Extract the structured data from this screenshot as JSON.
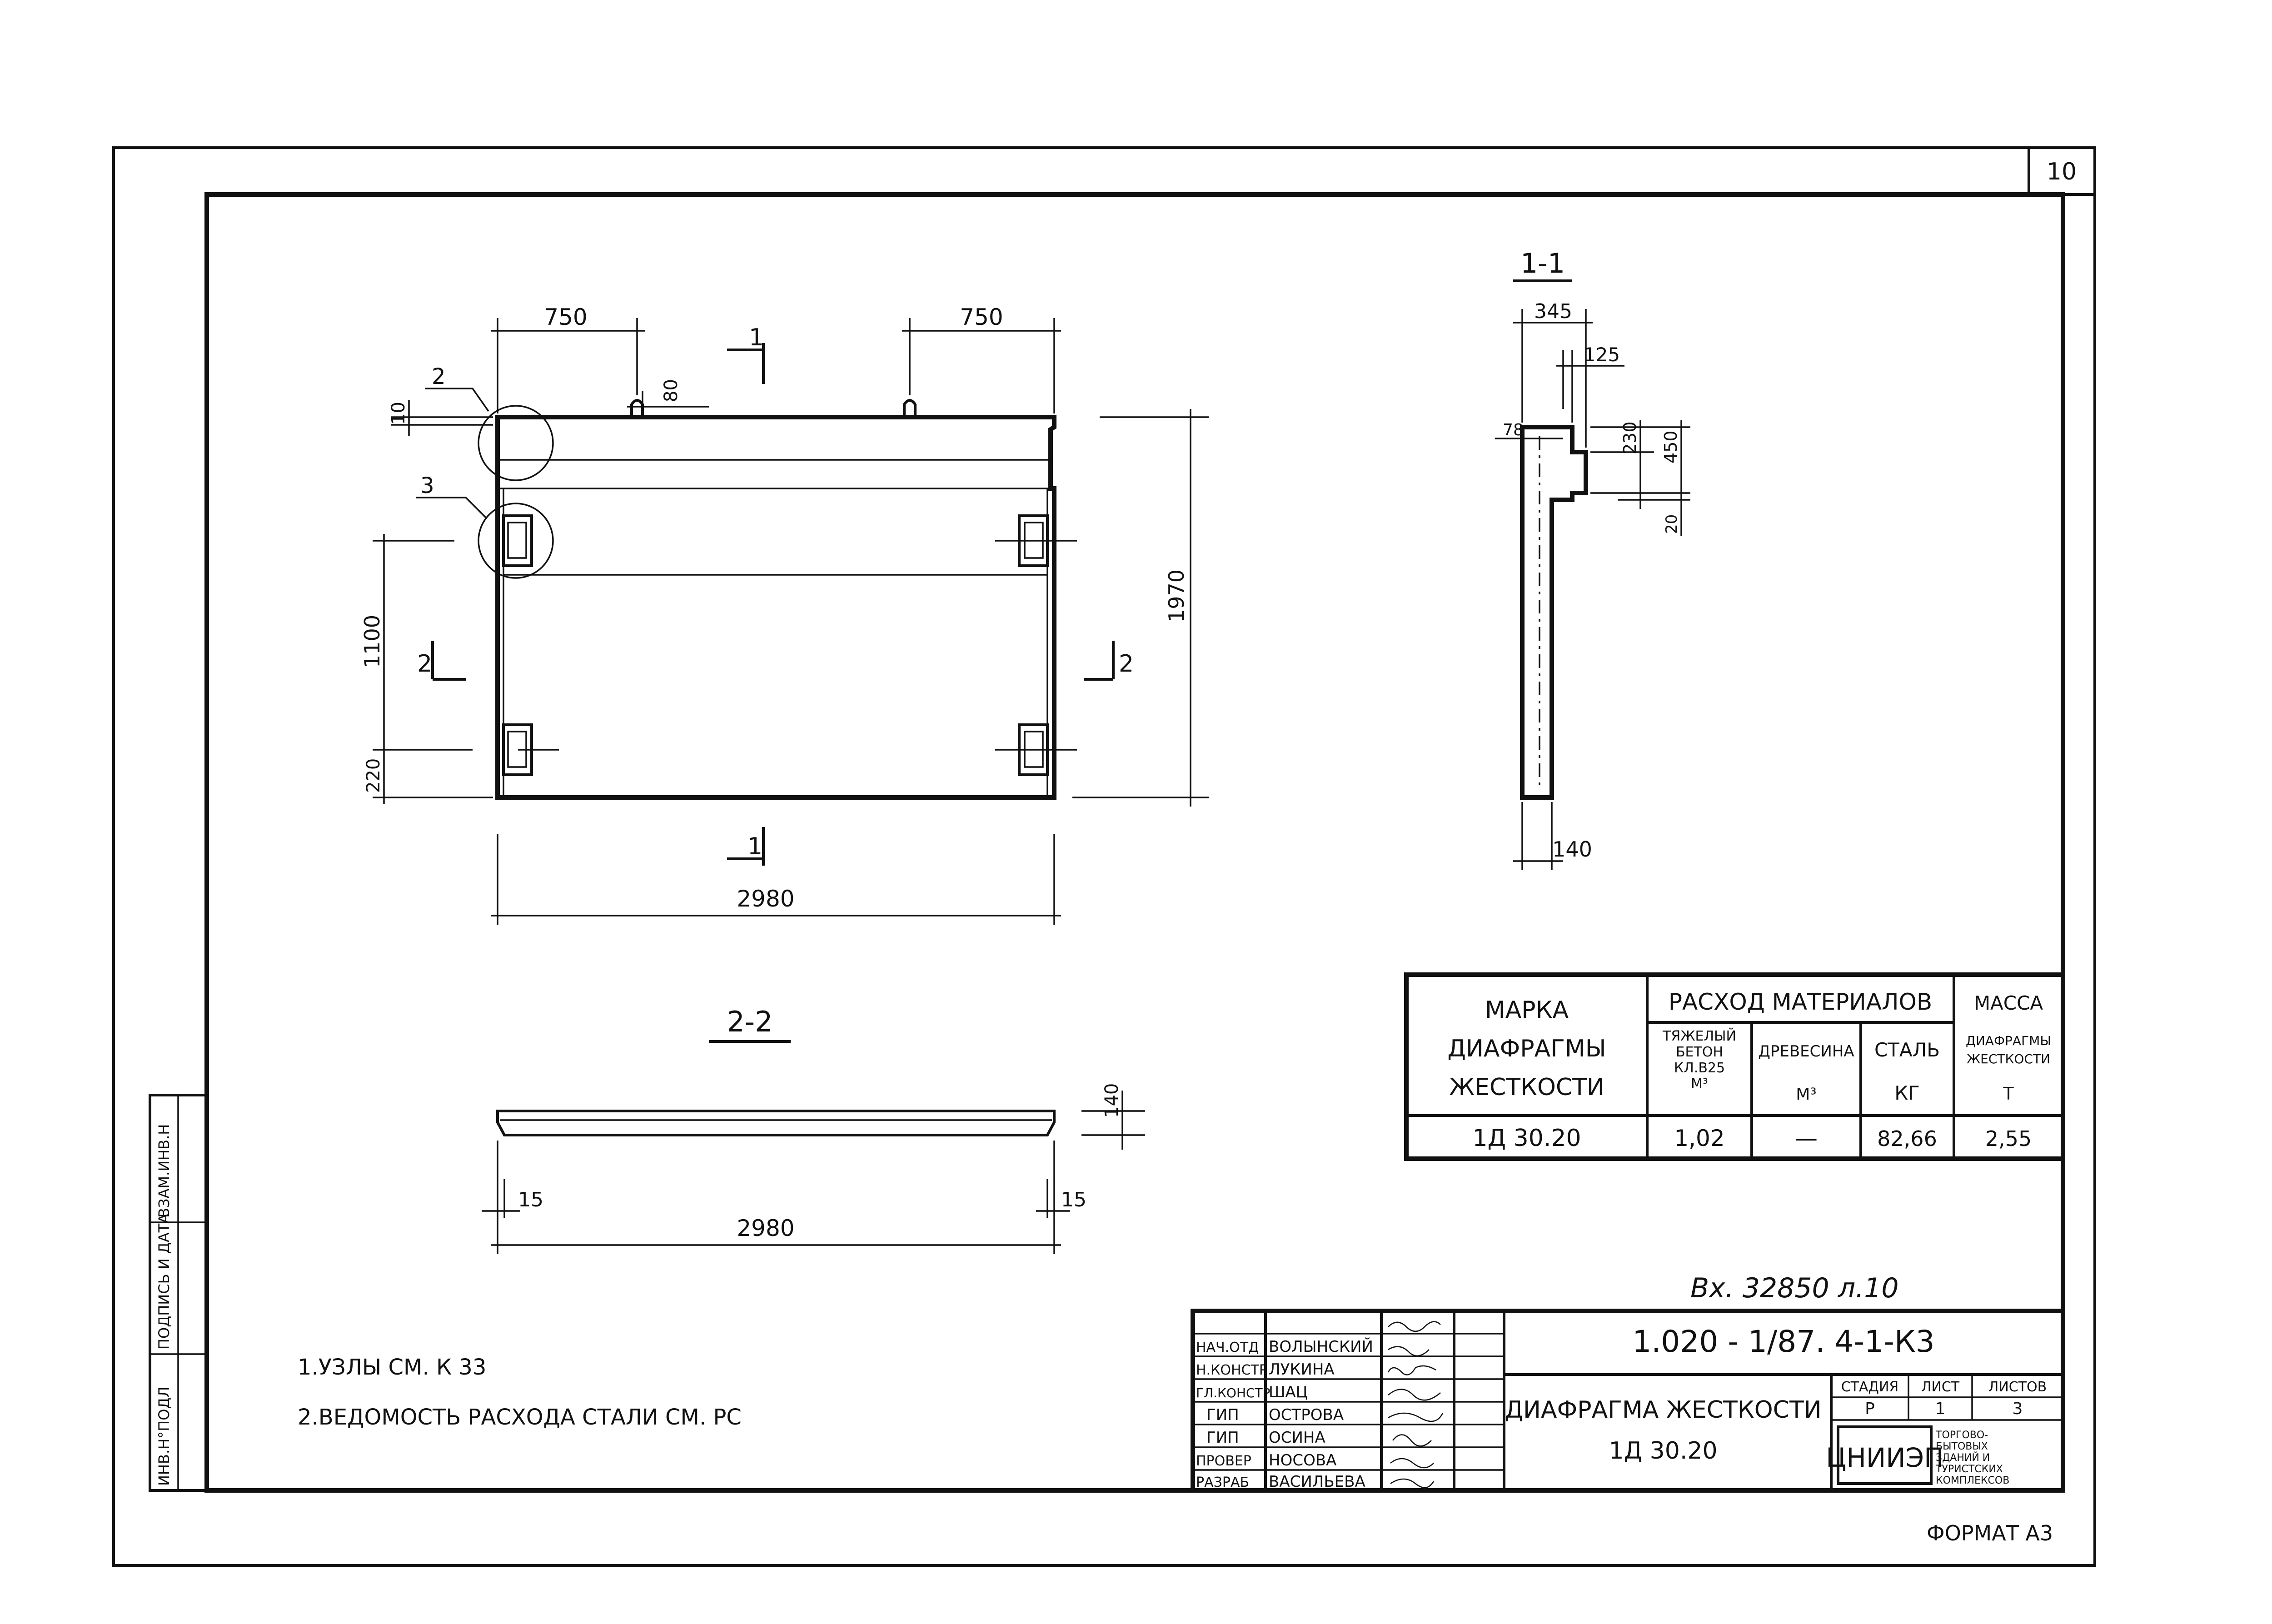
{
  "sheet_number": "10",
  "format_label": "ФОРМАТ А3",
  "elevation": {
    "dim_left_750": "750",
    "dim_right_750": "750",
    "dim_80": "80",
    "dim_10": "10",
    "dim_1100": "1100",
    "dim_220": "220",
    "dim_1970": "1970",
    "dim_2980": "2980",
    "callout_2": "2",
    "callout_3": "3",
    "cut_1_top": "1",
    "cut_1_bottom": "1",
    "cut_2_left": "2",
    "cut_2_right": "2"
  },
  "section_1_1": {
    "title": "1-1",
    "dim_345": "345",
    "dim_125": "125",
    "dim_78": "78",
    "dim_230": "230",
    "dim_450": "450",
    "dim_20": "20",
    "dim_140": "140"
  },
  "section_2_2": {
    "title": "2-2",
    "dim_140": "140",
    "dim_15_left": "15",
    "dim_15_right": "15",
    "dim_2980": "2980"
  },
  "materials_table": {
    "col_mark": "МАРКА ДИАФРАГМЫ ЖЕСТКОСТИ",
    "col_mark_lines": [
      "МАРКА",
      "ДИАФРАГМЫ",
      "ЖЕСТКОСТИ"
    ],
    "group_header": "РАСХОД МАТЕРИАЛОВ",
    "col_concrete_lines": [
      "ТЯЖЕЛЫЙ",
      "БЕТОН",
      "КЛ.В25",
      "М³"
    ],
    "col_wood": "ДРЕВЕСИНА",
    "col_wood_unit": "М³",
    "col_steel": "СТАЛЬ",
    "col_steel_unit": "КГ",
    "col_mass_lines": [
      "МАССА",
      "ДИАФРАГМЫ",
      "ЖЕСТКОСТИ",
      "Т"
    ],
    "rows": [
      {
        "mark": "1Д 30.20",
        "concrete": "1,02",
        "wood": "—",
        "steel": "82,66",
        "mass": "2,55"
      }
    ]
  },
  "notes": [
    "1.УЗЛЫ СМ. К 33",
    "2.ВЕДОМОСТЬ РАСХОДА СТАЛИ СМ. РС"
  ],
  "side_stamp": [
    "ИНВ.Н°ПОДЛ",
    "ПОДПИСЬ И ДАТА",
    "ВЗАМ.ИНВ.Н"
  ],
  "handwritten_ref": "Вх. 32850 л.10",
  "title_block": {
    "doc_code": "1.020 - 1/87. 4-1-К3",
    "title": "ДИАФРАГМА ЖЕСТКОСТИ",
    "mark": "1Д 30.20",
    "stage_label": "СТАДИЯ",
    "sheet_label": "ЛИСТ",
    "sheets_label": "ЛИСТОВ",
    "stage": "Р",
    "sheet": "1",
    "sheets": "3",
    "org": "ЦНИИЭП",
    "org_desc": [
      "ТОРГОВО-",
      "БЫТОВЫХ",
      "ЗДАНИЙ И",
      "ТУРИСТСКИХ",
      "КОМПЛЕКСОВ"
    ],
    "people": [
      {
        "role": "НАЧ.ОТД",
        "name": "ВОЛЫНСКИЙ"
      },
      {
        "role": "Н.КОНСТР",
        "name": "ЛУКИНА"
      },
      {
        "role": "ГЛ.КОНСТР",
        "name": "ШАЦ"
      },
      {
        "role": "ГИП",
        "name": "ОСТРОВА"
      },
      {
        "role": "ГИП",
        "name": "ОСИНА"
      },
      {
        "role": "ПРОВЕР",
        "name": "НОСОВА"
      },
      {
        "role": "РАЗРАБ",
        "name": "ВАСИЛЬЕВА"
      }
    ]
  }
}
